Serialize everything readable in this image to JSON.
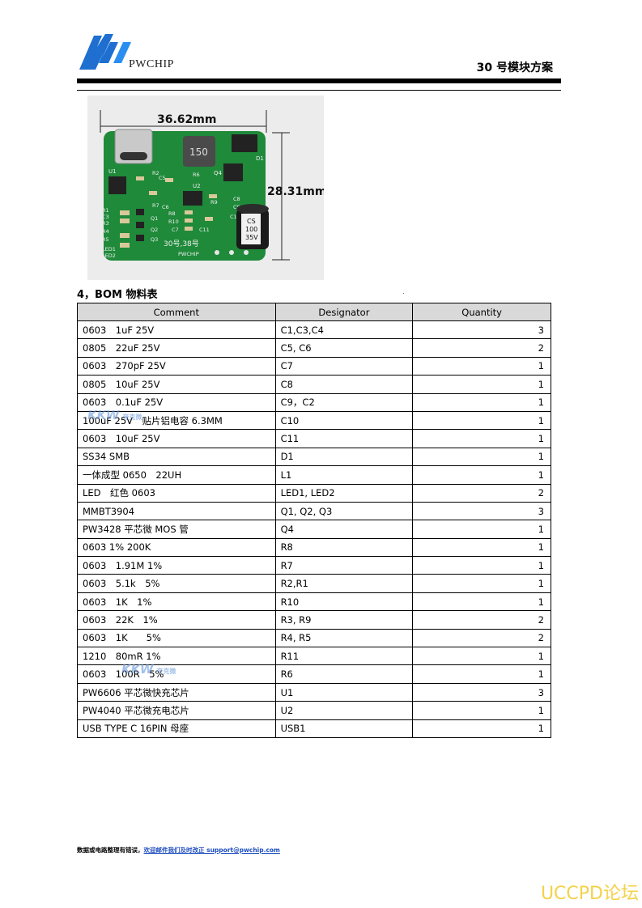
{
  "header": {
    "logo_text": "PWCHIP",
    "title": "30 号模块方案"
  },
  "photo": {
    "width_label": "36.62mm",
    "height_label": "28.31mm",
    "board_marking": "30号,38号",
    "capacitor_text": [
      "CS",
      "100",
      "35V"
    ],
    "inductor_text": "150",
    "board_color": "#1f8a3a",
    "silk": {
      "u1": "U1",
      "r2": "R2",
      "c5": "C5",
      "r6": "R6",
      "q4": "Q4",
      "d1": "D1",
      "u2": "U2",
      "r9": "R9",
      "c8": "C8",
      "c9": "C9",
      "r8": "R8",
      "r10": "R10",
      "c7": "C7",
      "c11": "C11",
      "c1": "C1",
      "q1": "Q1",
      "q2": "Q2",
      "q3": "Q3",
      "r1": "R1",
      "c3": "C3",
      "r3": "R3",
      "r4": "R4",
      "r5": "R5",
      "led1": "LED1",
      "led2": "LED2",
      "r7": "R7",
      "c6": "C6",
      "brand": "PWCHIP"
    }
  },
  "section_title": "4，BOM 物料表",
  "section_dot": ".",
  "table": {
    "headers": [
      "Comment",
      "Designator",
      "Quantity"
    ],
    "rows": [
      [
        "0603　1uF 25V",
        "C1,C3,C4",
        "3"
      ],
      [
        "0805　22uF 25V",
        "C5, C6",
        "2"
      ],
      [
        "0603　270pF 25V",
        "C7",
        "1"
      ],
      [
        "0805　10uF 25V",
        "C8",
        "1"
      ],
      [
        "0603　0.1uF 25V",
        "C9，C2",
        "1"
      ],
      [
        "100uF 25V　贴片铝电容  6.3MM",
        "C10",
        "1"
      ],
      [
        "0603　10uF 25V",
        "C11",
        "1"
      ],
      [
        "SS34 SMB",
        "D1",
        "1"
      ],
      [
        "一体成型 0650　22UH",
        "L1",
        "1"
      ],
      [
        "LED　红色  0603",
        "LED1, LED2",
        "2"
      ],
      [
        "MMBT3904",
        "Q1, Q2, Q3",
        "3"
      ],
      [
        "PW3428 平芯微 MOS 管",
        "Q4",
        "1"
      ],
      [
        "0603 1% 200K",
        "R8",
        "1"
      ],
      [
        "0603　1.91M 1%",
        "R7",
        "1"
      ],
      [
        "0603　5.1k　5%",
        "R2,R1",
        "1"
      ],
      [
        "0603　1K　1%",
        "R10",
        "1"
      ],
      [
        "0603　22K　1%",
        "R3, R9",
        "2"
      ],
      [
        "0603　1K　　5%",
        "R4, R5",
        "2"
      ],
      [
        "1210　80mR 1%",
        "R11",
        "1"
      ],
      [
        "0603　100R　5%",
        "R6",
        "1"
      ],
      [
        "PW6606 平芯微快充芯片",
        "U1",
        "3"
      ],
      [
        "PW4040 平芯微充电芯片",
        "U2",
        "1"
      ],
      [
        "USB TYPE C 16PIN 母座",
        "USB1",
        "1"
      ]
    ]
  },
  "watermark": {
    "text": "KKW",
    "sub": "夸克微"
  },
  "footer": {
    "text": "数据或电路整理有错误，",
    "link": "欢迎邮件我们及时改正 support@pwchip.com"
  },
  "corner_mark": "UCCPD论坛"
}
